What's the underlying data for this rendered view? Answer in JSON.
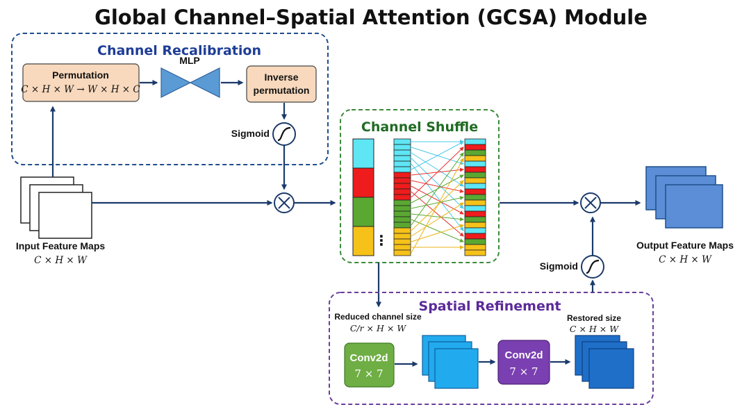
{
  "title": "Global Channel–Spatial Attention (GCSA) Module",
  "channel_recalibration": {
    "title": "Channel Recalibration",
    "permutation_label": "Permutation",
    "permutation_formula": "C × H × W → W × H × C",
    "mlp_label": "MLP",
    "inverse_line1": "Inverse",
    "inverse_line2": "permutation",
    "sigmoid_label": "Sigmoid"
  },
  "input": {
    "label": "Input Feature Maps",
    "dims": "C × H × W"
  },
  "channel_shuffle": {
    "title": "Channel Shuffle",
    "ellipsis": "⋮"
  },
  "output": {
    "label": "Output Feature Maps",
    "dims": "C × H × W"
  },
  "spatial_refinement": {
    "title": "Spatial Refinement",
    "reduced_label": "Reduced channel size",
    "reduced_dims": "C/r × H × W",
    "conv1_line1": "Conv2d",
    "conv1_line2": "7 × 7",
    "conv2_line1": "Conv2d",
    "conv2_line2": "7 × 7",
    "restored_label": "Restored size",
    "restored_dims": "C × H × W",
    "sigmoid_label": "Sigmoid"
  },
  "colors": {
    "cyan": "#5ee6f5",
    "red": "#ee1c1c",
    "green": "#5aa832",
    "yellow": "#f6c21a",
    "recal_border": "#1f4e8c",
    "recal_title": "#1d3d96",
    "shuffle_border": "#3a8a3a",
    "shuffle_title": "#1f6b22",
    "spatial_border": "#6a3d9a",
    "spatial_title": "#5b2a9a",
    "permutation_fill": "#f8d9bd",
    "mlp_fill": "#5b9bd5",
    "conv1_fill": "#6fae44",
    "conv2_fill": "#7a3fb0",
    "output_fill": "#5b8ed6",
    "mid_maps_fill": "#22aaee",
    "restored_maps_fill": "#1f6fc9"
  }
}
